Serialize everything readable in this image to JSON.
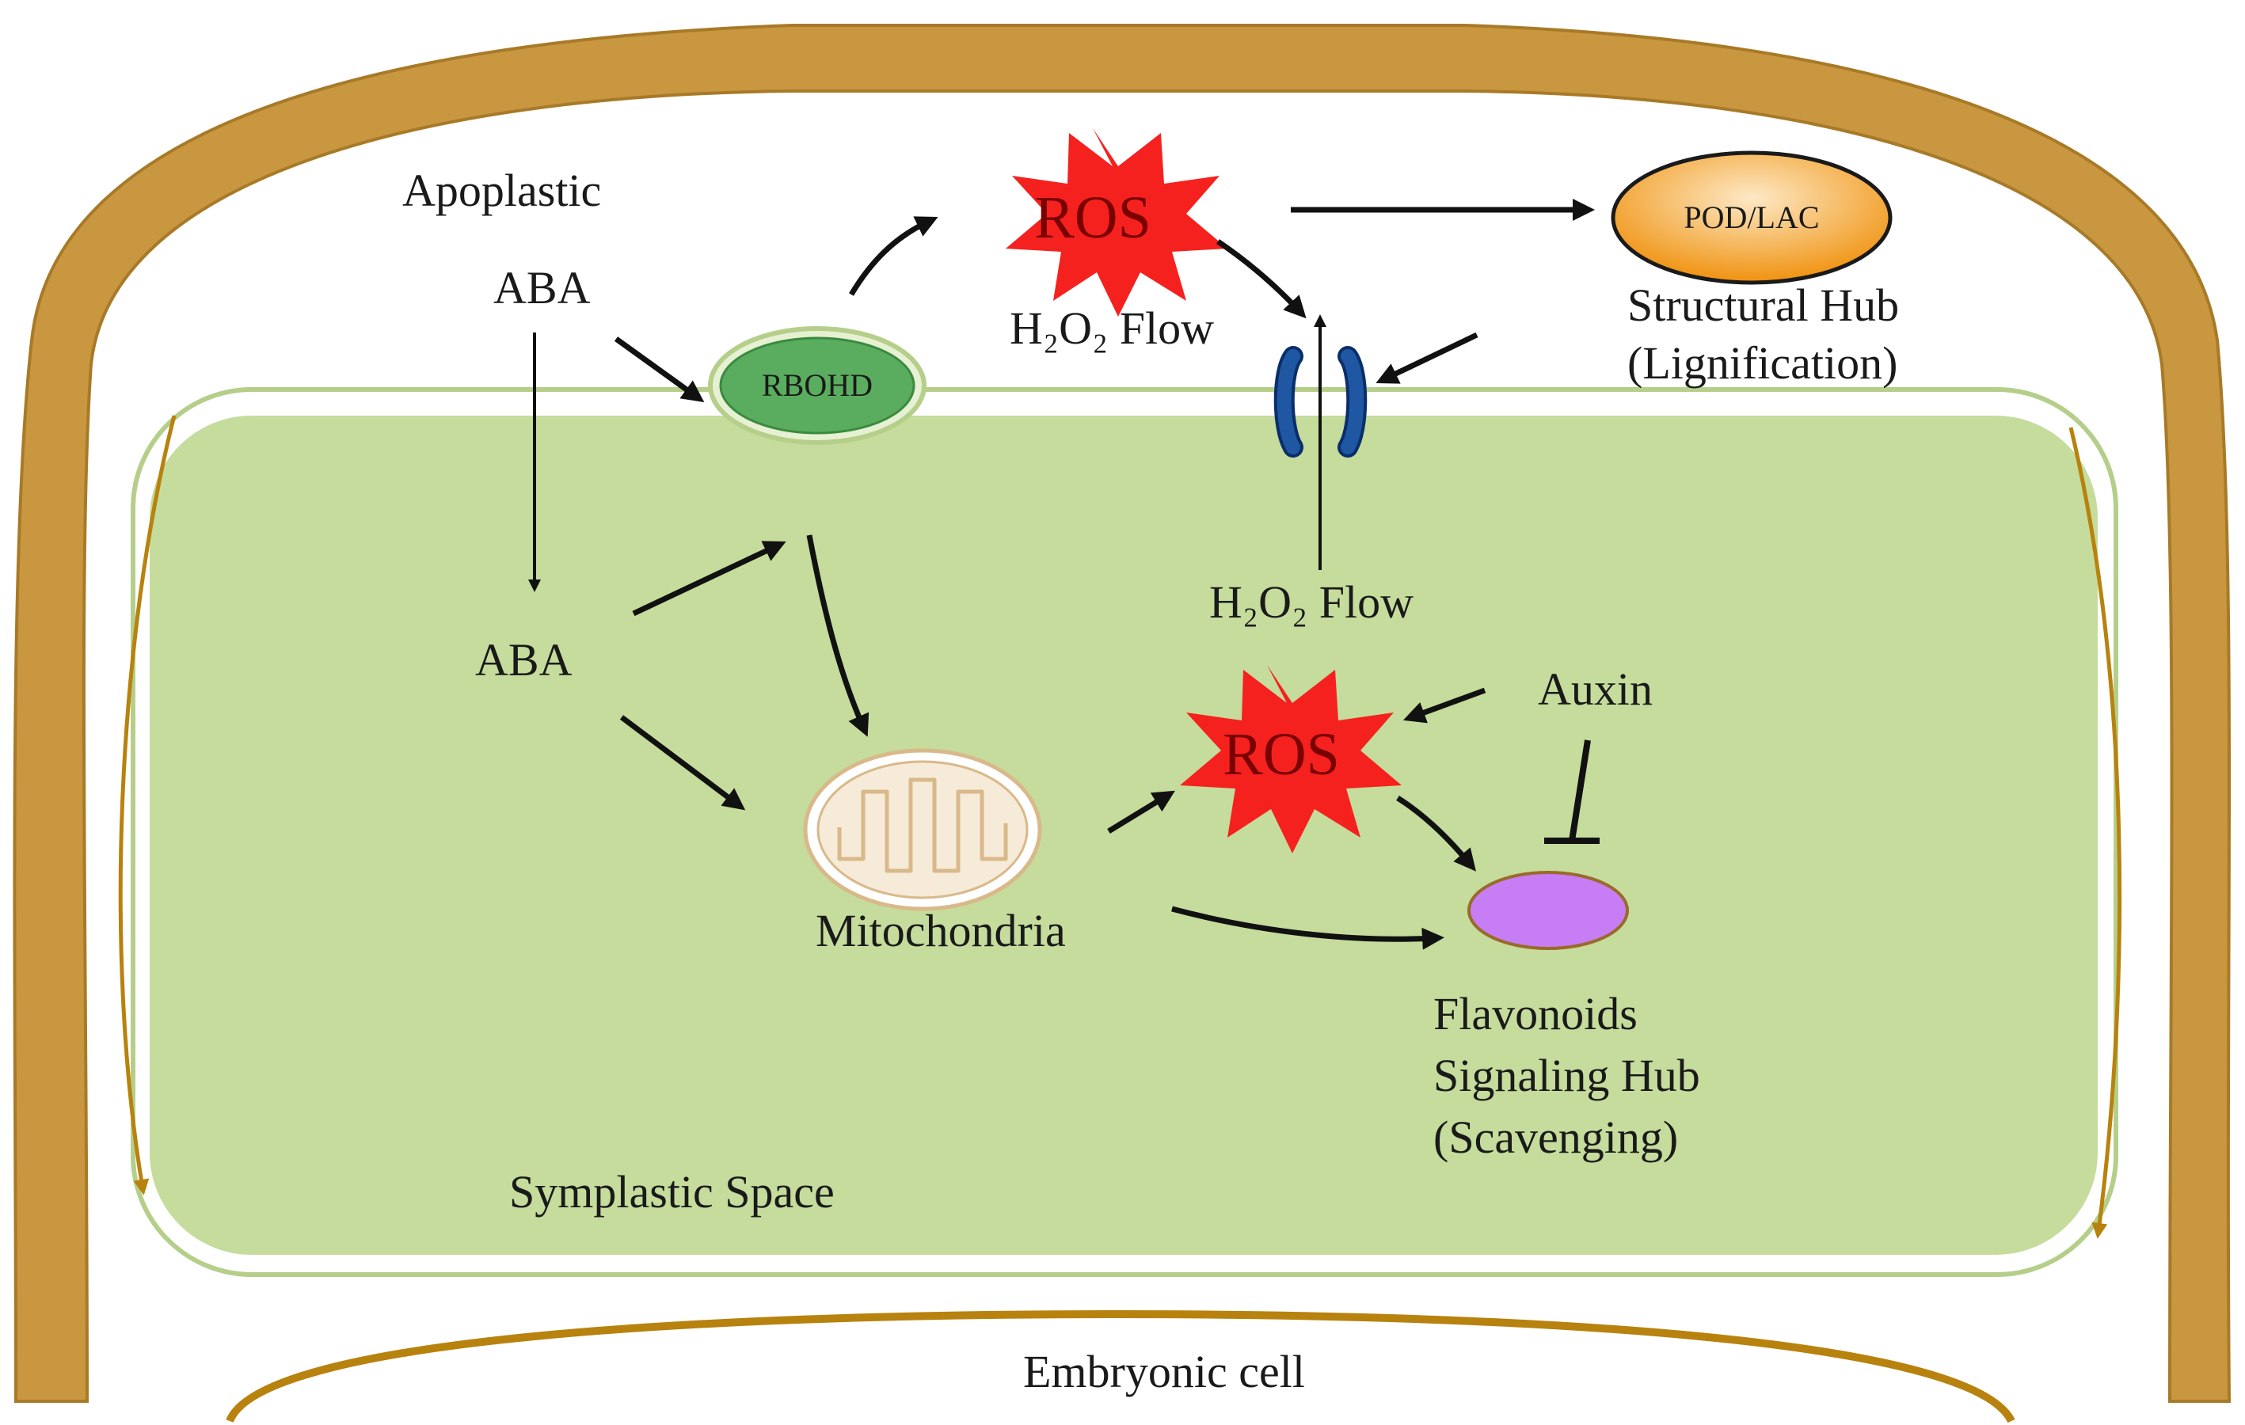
{
  "labels": {
    "apoplastic": "Apoplastic",
    "aba_outer": "ABA",
    "aba_inner": "ABA",
    "rbohd": "RBOHD",
    "ros_top": "ROS",
    "h2o2_flow_top": "H₂O₂ Flow",
    "pod_lac": "POD/LAC",
    "structural_hub_line1": "Structural Hub",
    "structural_hub_line2": "(Lignification)",
    "h2o2_flow_mid": "H₂O₂ Flow",
    "ros_mid": "ROS",
    "auxin": "Auxin",
    "mitochondria": "Mitochondria",
    "flavonoids_line1": "Flavonoids",
    "flavonoids_line2": "Signaling Hub",
    "flavonoids_line3": "(Scavenging)",
    "symplastic_space": "Symplastic Space",
    "embryonic_cell": "Embryonic cell"
  },
  "colors": {
    "cell_wall": "#c9973f",
    "cytoplasm": "#c5dc9c",
    "membrane": "#b5cf8a",
    "rbohd": "#5aad5e",
    "ros_burst": "#f5211e",
    "pod_lac": "#f29a17",
    "channel": "#1f57a3",
    "flavonoid": "#c77ef5",
    "mitochondria": "#f6ead8",
    "arrow": "#111111",
    "wall_arrow": "#b8820e"
  }
}
